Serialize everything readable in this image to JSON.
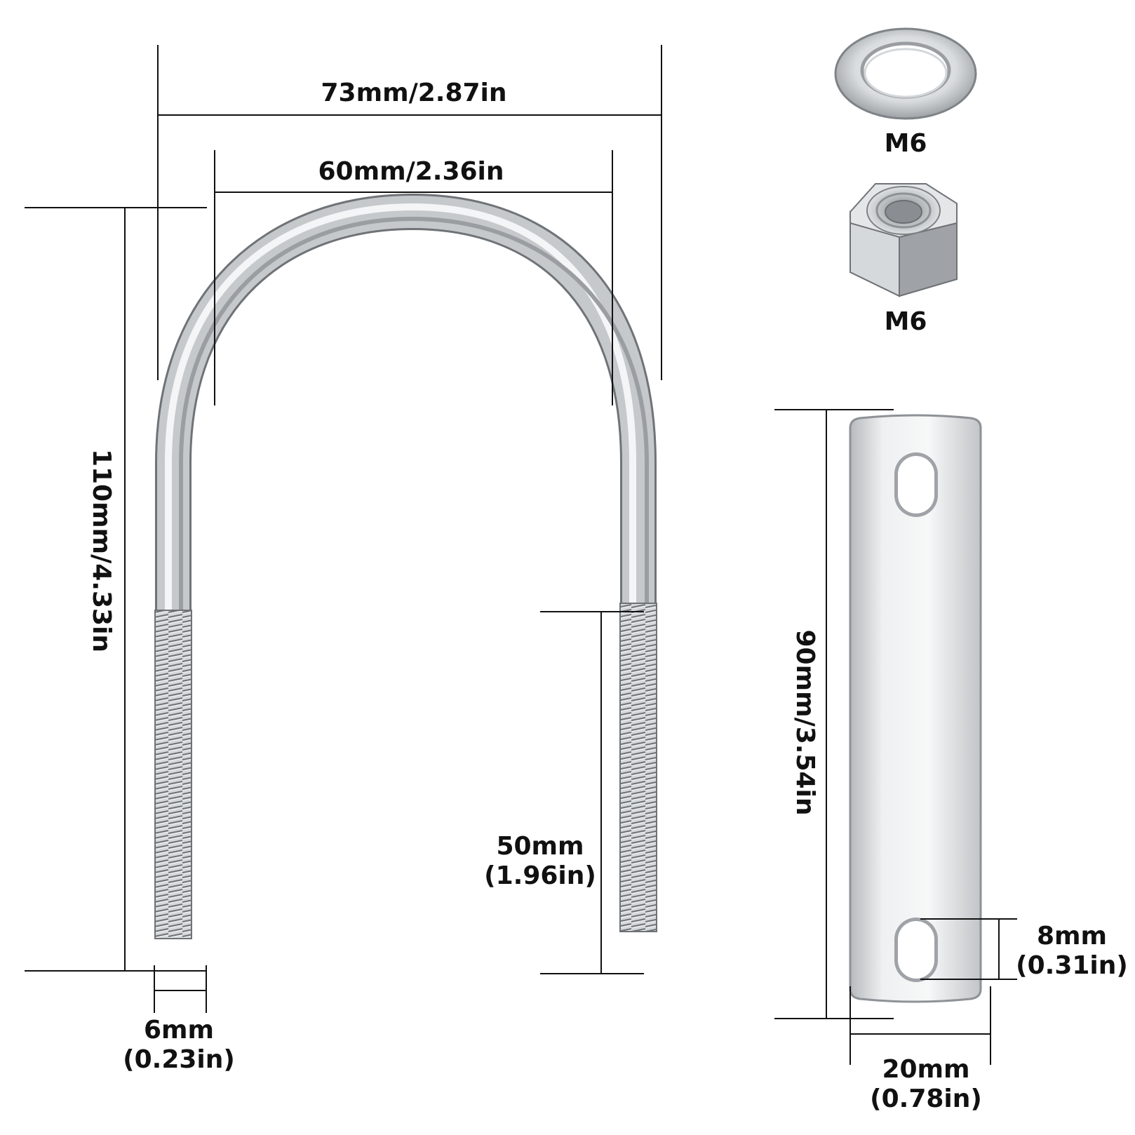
{
  "colors": {
    "background": "#ffffff",
    "ink": "#111111",
    "steel_light": "#f2f3f4",
    "steel_mid": "#c9cccf",
    "steel_dark": "#7e8387",
    "steel_edge": "#55595d"
  },
  "parts": {
    "washer": {
      "label": "M6",
      "icon": "washer-icon"
    },
    "nut": {
      "label": "M6",
      "icon": "hex-nut-icon"
    },
    "u_bolt": {
      "icon": "u-bolt-icon"
    },
    "plate": {
      "icon": "mounting-plate-icon"
    }
  },
  "dimensions": {
    "outer_width": "73mm/2.87in",
    "inner_width": "60mm/2.36in",
    "total_height": "110mm/4.33in",
    "thread_length_mm": "50mm",
    "thread_length_in": "(1.96in)",
    "rod_diameter_mm": "6mm",
    "rod_diameter_in": "(0.23in)",
    "plate_length": "90mm/3.54in",
    "hole_size_mm": "8mm",
    "hole_size_in": "(0.31in)",
    "plate_width_mm": "20mm",
    "plate_width_in": "(0.78in)"
  }
}
